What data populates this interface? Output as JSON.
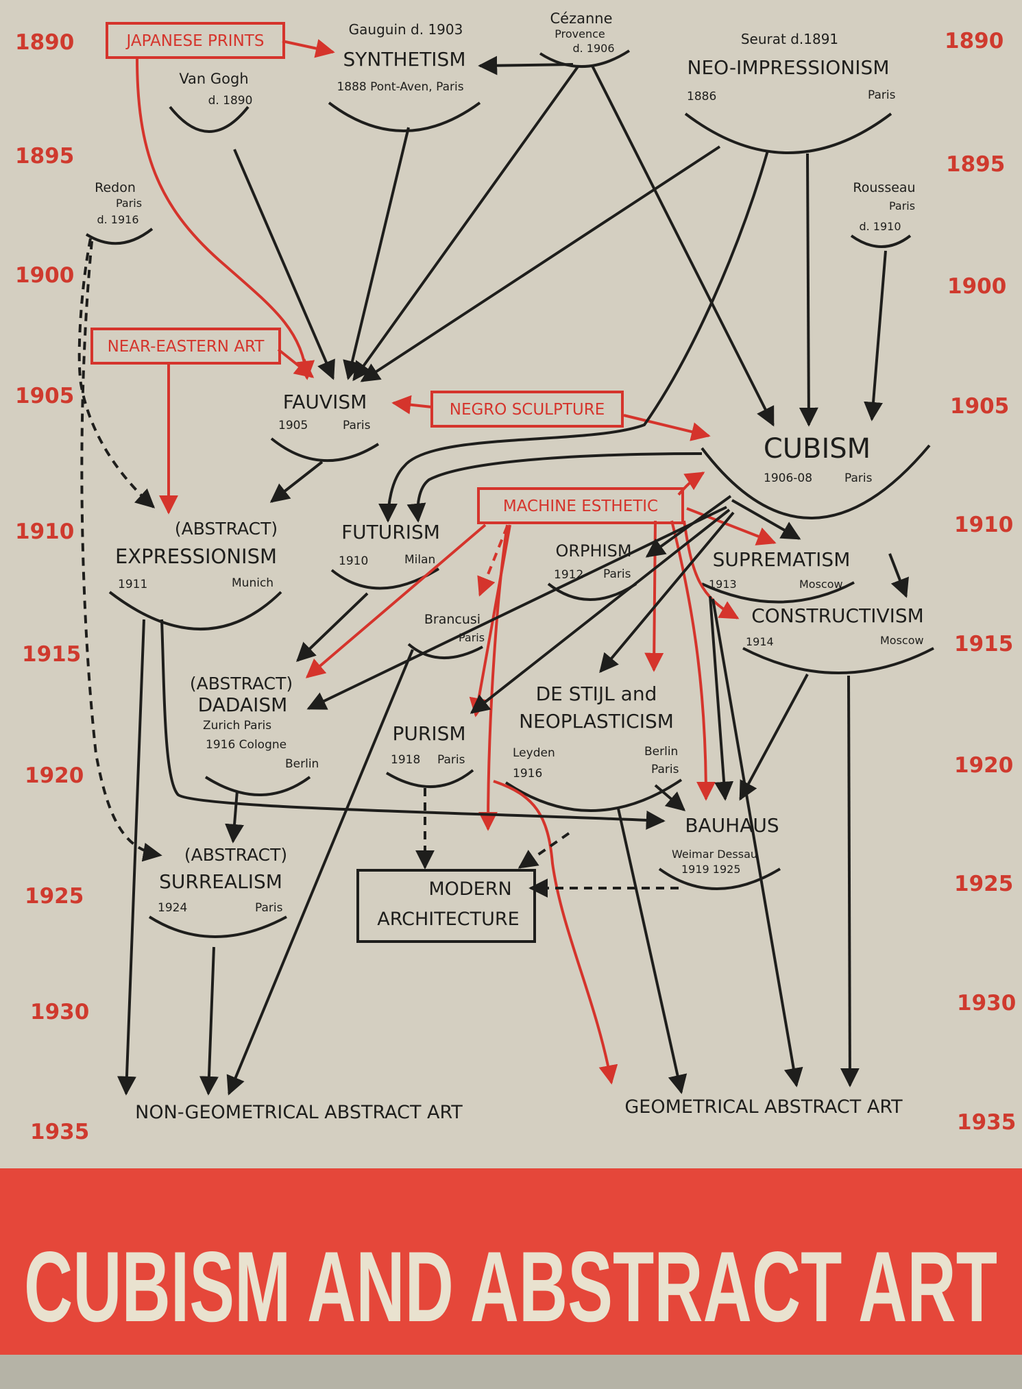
{
  "title": "CUBISM AND ABSTRACT ART",
  "colors": {
    "background": "#d4cfc1",
    "red": "#d5342c",
    "ink": "#1e1e1c",
    "band": "#e5473a",
    "title_text": "#e9e2cf",
    "cloth": "#b5b3a6"
  },
  "years_left": [
    "1890",
    "1895",
    "1900",
    "1905",
    "1910",
    "1915",
    "1920",
    "1925",
    "1930",
    "1935"
  ],
  "years_right": [
    "1890",
    "1895",
    "1900",
    "1905",
    "1910",
    "1915",
    "1920",
    "1925",
    "1930",
    "1935"
  ],
  "influences": {
    "japanese_prints": "JAPANESE PRINTS",
    "near_eastern_art": "NEAR-EASTERN ART",
    "negro_sculpture": "NEGRO SCULPTURE",
    "machine_esthetic": "MACHINE ESTHETIC"
  },
  "artists": {
    "gauguin": "Gauguin d. 1903",
    "cezanne": {
      "name": "Cézanne",
      "place": "Provence",
      "died": "d. 1906"
    },
    "seurat": "Seurat d.1891",
    "van_gogh": {
      "name": "Van Gogh",
      "died": "d. 1890"
    },
    "redon": {
      "name": "Redon",
      "place": "Paris",
      "died": "d. 1916"
    },
    "rousseau": {
      "name": "Rousseau",
      "place": "Paris",
      "died": "d. 1910"
    },
    "brancusi": {
      "name": "Brancusi",
      "place": "Paris"
    }
  },
  "movements": {
    "synthetism": {
      "name": "SYNTHETISM",
      "detail": "1888 Pont-Aven, Paris"
    },
    "neo_impressionism": {
      "name": "NEO-IMPRESSIONISM",
      "year": "1886",
      "place": "Paris"
    },
    "fauvism": {
      "name": "FAUVISM",
      "year": "1905",
      "place": "Paris"
    },
    "cubism": {
      "name": "CUBISM",
      "year": "1906-08",
      "place": "Paris"
    },
    "expressionism": {
      "prefix": "(ABSTRACT)",
      "name": "EXPRESSIONISM",
      "year": "1911",
      "place": "Munich"
    },
    "futurism": {
      "name": "FUTURISM",
      "year": "1910",
      "place": "Milan"
    },
    "orphism": {
      "name": "ORPHISM",
      "year": "1912",
      "place": "Paris"
    },
    "suprematism": {
      "name": "SUPREMATISM",
      "year": "1913",
      "place": "Moscow"
    },
    "constructivism": {
      "name": "CONSTRUCTIVISM",
      "year": "1914",
      "place": "Moscow"
    },
    "dadaism": {
      "prefix": "(ABSTRACT)",
      "name": "DADAISM",
      "line1": "Zurich    Paris",
      "line2": "1916  Cologne",
      "line3": "Berlin"
    },
    "de_stijl": {
      "line1": "DE STIJL and",
      "line2": "NEOPLASTICISM",
      "place_a": "Leyden",
      "year": "1916",
      "place_b": "Berlin",
      "place_c": "Paris"
    },
    "purism": {
      "name": "PURISM",
      "year": "1918",
      "place": "Paris"
    },
    "bauhaus": {
      "name": "BAUHAUS",
      "places": "Weimar Dessau",
      "years": "1919      1925"
    },
    "surrealism": {
      "prefix": "(ABSTRACT)",
      "name": "SURREALISM",
      "year": "1924",
      "place": "Paris"
    },
    "modern_architecture": {
      "line1": "MODERN",
      "line2": "ARCHITECTURE"
    }
  },
  "outcomes": {
    "non_geometrical": "NON-GEOMETRICAL ABSTRACT ART",
    "geometrical": "GEOMETRICAL ABSTRACT ART"
  }
}
